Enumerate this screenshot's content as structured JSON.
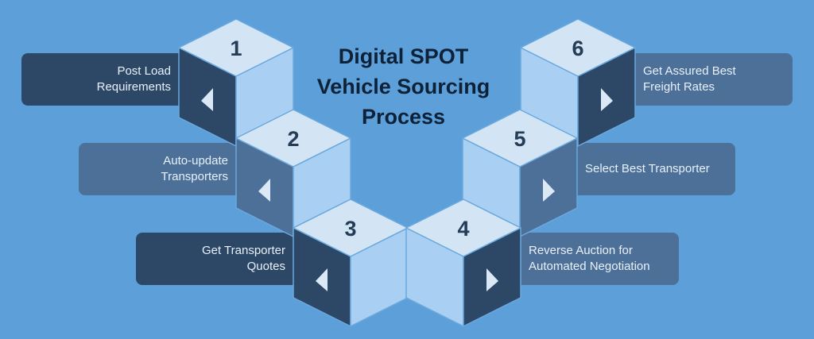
{
  "title": {
    "line1": "Digital SPOT",
    "line2": "Vehicle Sourcing",
    "line3": "Process"
  },
  "colors": {
    "background": "#5d9fd8",
    "cube_top": "#d3e5f5",
    "cube_light_face": "#a9d0f2",
    "cube_dark_face": "#2c4866",
    "cube_mid_face": "#4d7099",
    "cube_edge": "#6aa8de",
    "number": "#253c57",
    "arrow": "#dbe9f6",
    "title": "#0d2138"
  },
  "steps": [
    {
      "number": "1",
      "line1": "Post Load",
      "line2": "Requirements",
      "side": "left",
      "arrow": "left-triangle-icon"
    },
    {
      "number": "2",
      "line1": "Auto-update",
      "line2": "Transporters",
      "side": "left",
      "arrow": "left-triangle-icon"
    },
    {
      "number": "3",
      "line1": "Get Transporter",
      "line2": "Quotes",
      "side": "left",
      "arrow": "left-triangle-icon"
    },
    {
      "number": "4",
      "line1": "Reverse Auction for",
      "line2": "Automated Negotiation",
      "side": "right",
      "arrow": "right-triangle-icon"
    },
    {
      "number": "5",
      "line1": "Select Best Transporter",
      "line2": "",
      "side": "right",
      "arrow": "right-triangle-icon"
    },
    {
      "number": "6",
      "line1": "Get Assured Best",
      "line2": "Freight Rates",
      "side": "right",
      "arrow": "right-triangle-icon"
    }
  ]
}
